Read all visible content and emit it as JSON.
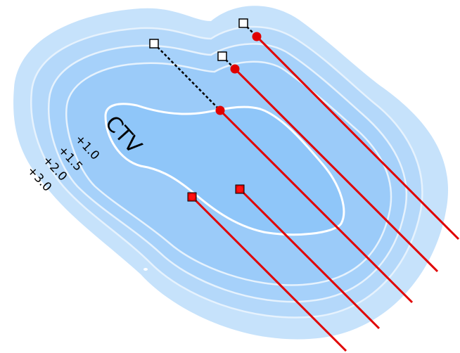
{
  "labels": {
    "target": "CTV",
    "margins": [
      "+1.0",
      "+1.5",
      "+2.0",
      "+3.0"
    ]
  },
  "colors": {
    "region_outer": "#c6e2fb",
    "region_1": "#b4d8fa",
    "region_2": "#a6d1fa",
    "region_3": "#9bcbf9",
    "region_ctv": "#8fc6f9",
    "contour": "#ffffff",
    "ray": "#e00000",
    "dashed_path": "#000000",
    "open_marker_fill": "#ffffff",
    "open_marker_stroke": "#000000"
  }
}
